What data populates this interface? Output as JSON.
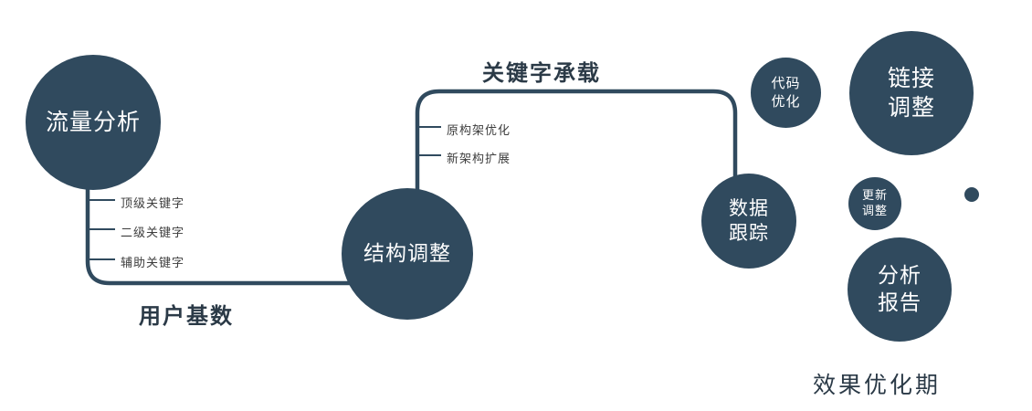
{
  "colors": {
    "primary": "#304a5e",
    "label": "#2b3a47",
    "branch_label": "#3d3d3d"
  },
  "nodes": {
    "traffic": {
      "label": "流量分析"
    },
    "structure": {
      "label": "结构调整"
    },
    "data_tracking": {
      "line1": "数据",
      "line2": "跟踪"
    },
    "code_optimization": {
      "line1": "代码",
      "line2": "优化"
    },
    "link_adjustment": {
      "line1": "链接",
      "line2": "调整"
    },
    "update_adjustment": {
      "line1": "更新",
      "line2": "调整"
    },
    "analysis_report": {
      "line1": "分析",
      "line2": "报告"
    }
  },
  "edge_labels": {
    "user_base": "用户基数",
    "keyword_bearing": "关键字承载"
  },
  "branches": {
    "traffic": [
      "顶级关键字",
      "二级关键字",
      "辅助关键字"
    ],
    "structure": [
      "原构架优化",
      "新架构扩展"
    ]
  },
  "footer": {
    "label": "效果优化期"
  }
}
